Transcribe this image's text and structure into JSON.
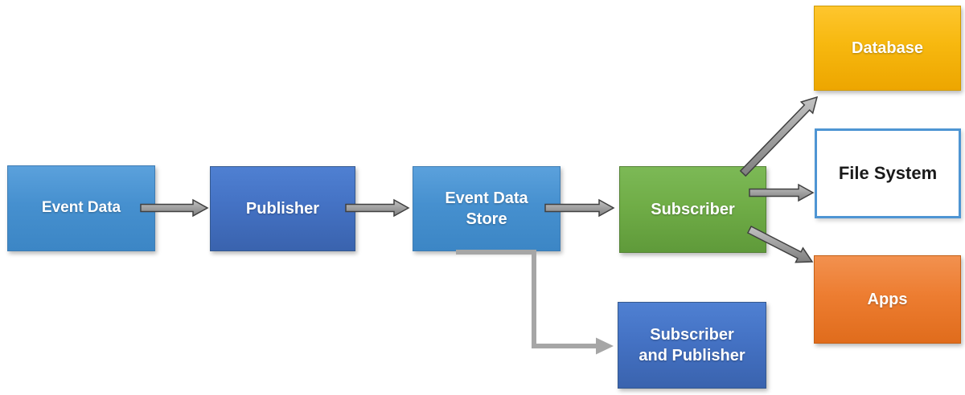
{
  "diagram": {
    "type": "flow-diagram",
    "background": "#ffffff",
    "nodes": {
      "event_data": {
        "label": "Event Data",
        "color": "#4690cf",
        "text_color": "#ffffff"
      },
      "publisher": {
        "label": "Publisher",
        "color": "#4472c4",
        "text_color": "#ffffff"
      },
      "event_data_store": {
        "label": "Event Data Store",
        "lines": [
          "Event Data",
          "Store"
        ],
        "color": "#4690cf",
        "text_color": "#ffffff"
      },
      "subscriber": {
        "label": "Subscriber",
        "color": "#70ad47",
        "text_color": "#ffffff"
      },
      "database": {
        "label": "Database",
        "color": "#f7b80f",
        "text_color": "#ffffff"
      },
      "file_system": {
        "label": "File System",
        "color": "#ffffff",
        "border_color": "#4e95d3",
        "text_color": "#1a1a1a"
      },
      "apps": {
        "label": "Apps",
        "color": "#ed7d31",
        "text_color": "#ffffff"
      },
      "subscriber_publisher": {
        "label": "Subscriber and Publisher",
        "lines": [
          "Subscriber",
          "and Publisher"
        ],
        "color": "#4472c4",
        "text_color": "#ffffff"
      }
    },
    "edges": [
      {
        "from": "Event Data",
        "to": "Publisher",
        "style": "dark-gray-arrow"
      },
      {
        "from": "Publisher",
        "to": "Event Data Store",
        "style": "dark-gray-arrow"
      },
      {
        "from": "Event Data Store",
        "to": "Subscriber",
        "style": "dark-gray-arrow"
      },
      {
        "from": "Subscriber",
        "to": "Database",
        "style": "dark-gray-arrow"
      },
      {
        "from": "Subscriber",
        "to": "File System",
        "style": "dark-gray-arrow"
      },
      {
        "from": "Subscriber",
        "to": "Apps",
        "style": "dark-gray-arrow"
      },
      {
        "from": "Event Data Store",
        "to": "Subscriber and Publisher",
        "style": "light-gray-elbow-arrow"
      }
    ],
    "palette": {
      "arrow_fill": "#9a9a9a",
      "arrow_outline": "#404040",
      "elbow_connector": "#a6a6a6"
    }
  }
}
